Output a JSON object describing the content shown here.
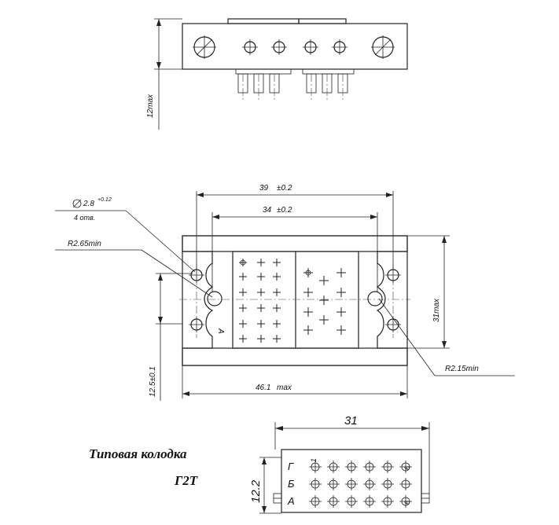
{
  "top_view": {
    "height_dim": "12max"
  },
  "front_view": {
    "hole_dim": "2.8",
    "hole_tol": "+0.12",
    "hole_count": "4 отв.",
    "radius_upper": "R2.65min",
    "radius_lower": "R2.15min",
    "width_39": "39",
    "width_39_tol": "±0.2",
    "width_34": "34",
    "width_34_tol": "±0.2",
    "height_31": "31max",
    "width_46": "46.1",
    "width_46_suffix": "max",
    "height_12_5": "12.5±0.1",
    "mark_a": "A"
  },
  "pin_layout": {
    "width": "31",
    "height": "12.2",
    "rows": [
      "Г",
      "Б",
      "А"
    ],
    "col_first": "1",
    "col_last": "6"
  },
  "caption": {
    "line1": "Типовая колодка",
    "line2": "Г2Т"
  }
}
